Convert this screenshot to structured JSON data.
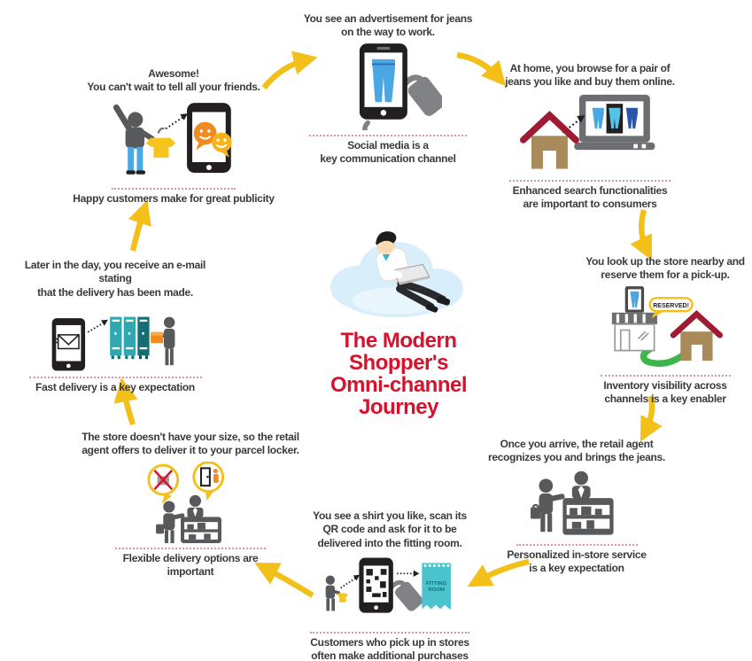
{
  "center": {
    "title": "The Modern\nShopper's\nOmni-channel\nJourney",
    "illustration": "shopper-on-cloud-with-laptop"
  },
  "stages": [
    {
      "id": "advertisement",
      "description": "You see an advertisement for jeans\non the way to work.",
      "caption": "Social media is a\nkey communication channel",
      "icon": "smartphone-jeans-ad-icon"
    },
    {
      "id": "browse-online",
      "description": "At home, you browse for a pair of\njeans you like and buy them online.",
      "caption": "Enhanced search functionalities\nare important to consumers",
      "icon": "house-laptop-icon"
    },
    {
      "id": "reserve-pickup",
      "description": "You look up the store nearby and\nreserve them for a pick-up.",
      "caption": "Inventory visibility across\nchannels is a key enabler",
      "icon": "store-reserved-house-icon"
    },
    {
      "id": "store-arrival",
      "description": "Once you arrive, the retail agent\nrecognizes you and brings the jeans.",
      "caption": "Personalized in-store service\nis a key expectation",
      "icon": "counter-service-icon"
    },
    {
      "id": "qr-scan",
      "description": "You see a shirt you like, scan its\nQR code and ask for it to be\ndelivered into the fitting room.",
      "caption": "Customers who pick up in stores\noften make additional purchases",
      "icon": "qr-scan-fitting-room-icon"
    },
    {
      "id": "parcel-locker-offer",
      "description": "The store doesn't have your size, so the retail\nagent offers to deliver it to your parcel locker.",
      "caption": "Flexible delivery options are\nimportant",
      "icon": "locker-offer-counter-icon"
    },
    {
      "id": "delivery-email",
      "description": "Later in the day, you receive an e-mail stating\nthat the delivery has been made.",
      "caption": "Fast delivery is a key expectation",
      "icon": "email-parcel-locker-icon"
    },
    {
      "id": "share-with-friends",
      "description": "Awesome!\nYou can't wait to tell all your friends.",
      "caption": "Happy customers make for great publicity",
      "icon": "share-joy-phone-icon"
    }
  ],
  "labels": {
    "reserved": "RESERVED!",
    "fitting_line1": "FITTING",
    "fitting_line2": "ROOM"
  },
  "colors": {
    "accent_red": "#d8112d",
    "arrow_yellow": "#f3c019",
    "divider_pink": "#dd93a0",
    "dark_gray": "#58595b",
    "denim_blue": "#4aa7e3",
    "teal": "#2fa8b0",
    "teal_dark": "#136e76",
    "ticket_teal": "#4bc3cd",
    "orange": "#f28b1f",
    "amber": "#f6b31d",
    "shirt_yellow": "#f6c51d",
    "house_brown": "#a98a5b",
    "roof_red": "#9e1b32",
    "path_green": "#3cb54a",
    "cloud_blue": "#d9eefb"
  }
}
